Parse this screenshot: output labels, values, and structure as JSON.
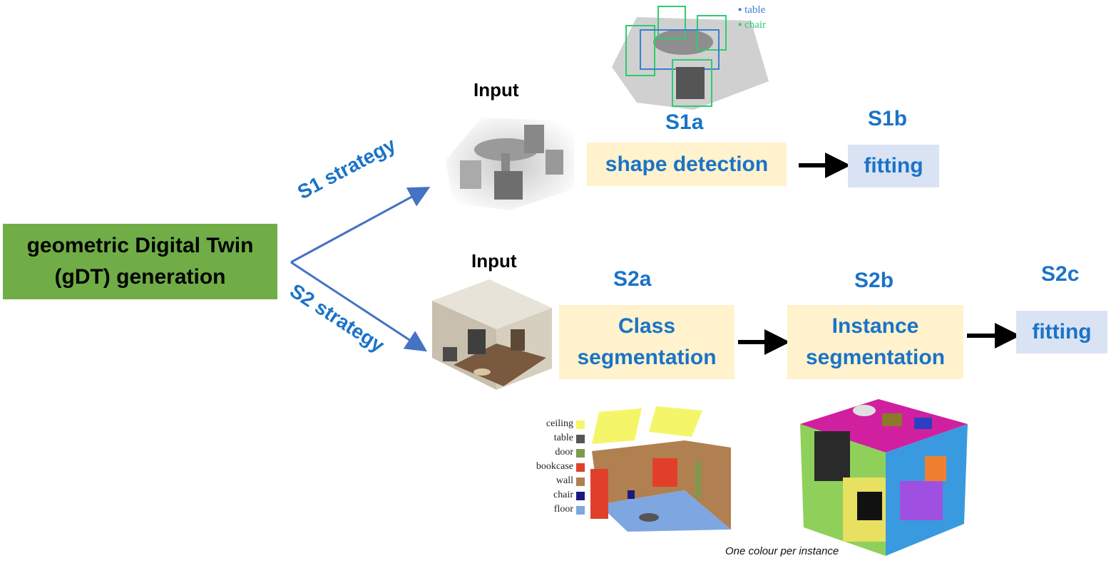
{
  "root": {
    "line1": "geometric Digital Twin",
    "line2": "(gDT) generation"
  },
  "s1": {
    "strategy_label": "S1 strategy",
    "input_label": "Input",
    "detect_legend": [
      {
        "label": "table",
        "color": "#3a7fd0"
      },
      {
        "label": "chair",
        "color": "#2ecc71"
      }
    ],
    "steps": [
      {
        "id": "S1a",
        "text": "shape detection"
      },
      {
        "id": "S1b",
        "text": "fitting"
      }
    ]
  },
  "s2": {
    "strategy_label": "S2 strategy",
    "input_label": "Input",
    "steps": [
      {
        "id": "S2a",
        "line1": "Class",
        "line2": "segmentation"
      },
      {
        "id": "S2b",
        "line1": "Instance",
        "line2": "segmentation"
      },
      {
        "id": "S2c",
        "text": "fitting"
      }
    ],
    "class_legend": [
      {
        "label": "ceiling",
        "color": "#f5f56a"
      },
      {
        "label": "table",
        "color": "#555555"
      },
      {
        "label": "door",
        "color": "#7e9a4a"
      },
      {
        "label": "bookcase",
        "color": "#e0402a"
      },
      {
        "label": "wall",
        "color": "#b08050"
      },
      {
        "label": "chair",
        "color": "#1a1a80"
      },
      {
        "label": "floor",
        "color": "#7ea6e0"
      }
    ],
    "instance_caption": "One colour per instance"
  },
  "colors": {
    "accent_blue": "#1a73c8",
    "root_green": "#70ad47",
    "step_cream": "#fff2cc",
    "step_lavender": "#dae3f3",
    "arrow_blue": "#4472c4"
  }
}
